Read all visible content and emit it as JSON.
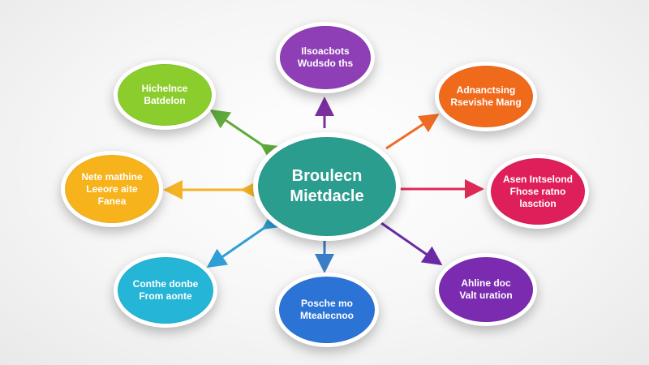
{
  "diagram": {
    "center": {
      "lines": [
        "Broulecn",
        "Mietdacle"
      ],
      "color": "#2a9d8f"
    },
    "nodes": [
      {
        "id": "top",
        "lines": [
          "Ilsoacbots",
          "Wudsdo ths"
        ],
        "color": "#8e3fb5",
        "arrow_color": "#7b2f9e"
      },
      {
        "id": "top-right",
        "lines": [
          "Adnanctsing",
          "Rsevishe Mang"
        ],
        "color": "#f06a1c",
        "arrow_color": "#ef6b22"
      },
      {
        "id": "right",
        "lines": [
          "Asen Intselond",
          "Fhose ratno",
          "lasction"
        ],
        "color": "#df1f5a",
        "arrow_color": "#dd2a55"
      },
      {
        "id": "bottom-right",
        "lines": [
          "Ahline doc",
          "Valt uration"
        ],
        "color": "#7b2bb0",
        "arrow_color": "#6a2aa5"
      },
      {
        "id": "bottom",
        "lines": [
          "Posche mo",
          "Mtealecnoo"
        ],
        "color": "#2b74d6",
        "arrow_color": "#3a7ec6"
      },
      {
        "id": "bottom-left",
        "lines": [
          "Conthe donbe",
          "From aonte"
        ],
        "color": "#25b5d6",
        "arrow_color": "#2f9fd6"
      },
      {
        "id": "left",
        "lines": [
          "Nete mathine",
          "Leeore aite",
          "Fanea"
        ],
        "color": "#f7b31c",
        "arrow_color": "#f4b324"
      },
      {
        "id": "top-left",
        "lines": [
          "Hichelnce",
          "Batdelon"
        ],
        "color": "#8ccd2e",
        "arrow_color": "#5faa3a"
      }
    ]
  }
}
